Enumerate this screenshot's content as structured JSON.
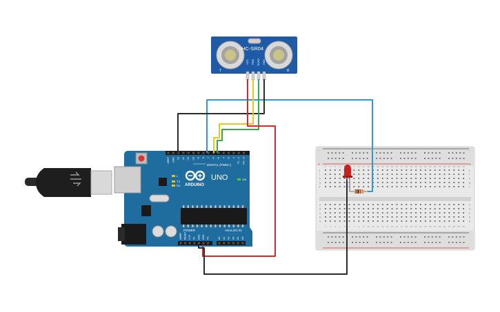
{
  "sensor": {
    "model_label": "HC-SR04",
    "pin_labels": [
      "VCC",
      "TRIG",
      "ECHO",
      "GND"
    ],
    "left_mark": "T",
    "right_mark": "R"
  },
  "arduino": {
    "brand_label": "ARDUINO",
    "model_label": "UNO",
    "digital_header_label": "DIGITAL (PWM~)",
    "power_label": "POWER",
    "analog_label": "ANALOG IN",
    "on_label": "ON",
    "tx_label": "TX",
    "rx_label": "RX",
    "l_label": "L",
    "top_pin_labels": [
      "AREF",
      "GND",
      "13",
      "12",
      "~11",
      "~10",
      "~9",
      "8",
      "7",
      "~6",
      "~5",
      "4",
      "~3",
      "2",
      "TX→1",
      "RX←0"
    ],
    "power_pin_labels": [
      "IOREF",
      "RESET",
      "3.3V",
      "5V",
      "GND",
      "GND",
      "Vin"
    ],
    "analog_pin_labels": [
      "A0",
      "A1",
      "A2",
      "A3",
      "A4",
      "A5"
    ]
  },
  "breadboard": {
    "row_letters_top": [
      "j",
      "i",
      "h",
      "g",
      "f"
    ],
    "row_letters_bottom": [
      "e",
      "d",
      "c",
      "b",
      "a"
    ],
    "column_numbers": [
      "1",
      "2",
      "3",
      "4",
      "5",
      "6",
      "7",
      "8",
      "9",
      "10",
      "11",
      "12",
      "13",
      "14",
      "15",
      "16",
      "17",
      "18",
      "19",
      "20",
      "21",
      "22",
      "23",
      "24",
      "25",
      "26",
      "27",
      "28",
      "29",
      "30"
    ],
    "plus_label": "+",
    "minus_label": "-"
  },
  "colors": {
    "wire_blue": "#2e9bd0",
    "wire_black": "#2a2a2a",
    "wire_red": "#d8262a",
    "wire_yellow": "#e8c81b",
    "wire_green": "#3aa84a",
    "board_blue": "#1f6c9e",
    "sensor_blue": "#1e5aa6",
    "led_red": "#c81f1f"
  }
}
